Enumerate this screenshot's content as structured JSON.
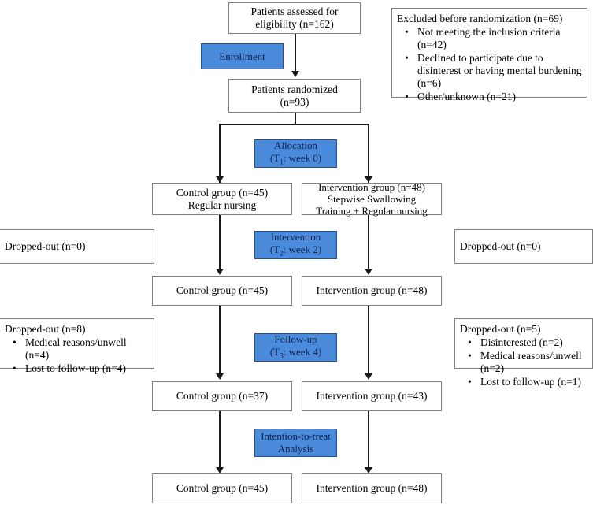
{
  "diagram": {
    "title": "CONSORT participant flow diagram",
    "accent_blue": "#4a8bdc",
    "box_border": "#808080",
    "line_color": "#1a1a1a"
  },
  "stage_labels": {
    "enrollment": "Enrollment",
    "allocation_line1": "Allocation",
    "allocation_line2_prefix": "(T",
    "allocation_line2_sub": "1",
    "allocation_line2_suffix": ": week 0)",
    "intervention_line1": "Intervention",
    "intervention_line2_prefix": "(T",
    "intervention_line2_sub": "2",
    "intervention_line2_suffix": ": week 2)",
    "followup_line1": "Follow-up",
    "followup_line2_prefix": "(T",
    "followup_line2_sub": "3",
    "followup_line2_suffix": ": week 4)",
    "itt_line1": "Intention-to-treat",
    "itt_line2": "Analysis"
  },
  "nodes": {
    "assessed": {
      "line1": "Patients assessed for",
      "line2": "eligibility (n=162)"
    },
    "randomized": {
      "line1": "Patients randomized",
      "line2": "(n=93)"
    },
    "excluded": {
      "header": "Excluded before randomization (n=69)",
      "items": [
        "Not meeting the inclusion criteria (n=42)",
        "Declined to participate due to disinterest or having mental burdening (n=6)",
        "Other/unknown (n=21)"
      ]
    },
    "allocated_control": {
      "line1": "Control group (n=45)",
      "line2": "Regular nursing"
    },
    "allocated_intervention": {
      "line1": "Intervention group (n=48)",
      "line2": "Stepwise Swallowing",
      "line3": "Training + Regular nursing"
    },
    "dropout_t2_control": {
      "header": "Dropped-out (n=0)",
      "items": []
    },
    "dropout_t2_intervention": {
      "header": "Dropped-out (n=0)",
      "items": []
    },
    "t2_control": {
      "line1": "Control group (n=45)"
    },
    "t2_intervention": {
      "line1": "Intervention group (n=48)"
    },
    "dropout_t3_control": {
      "header": "Dropped-out (n=8)",
      "items": [
        "Medical reasons/unwell (n=4)",
        "Lost to follow-up (n=4)"
      ]
    },
    "dropout_t3_intervention": {
      "header": "Dropped-out (n=5)",
      "items": [
        "Disinterested (n=2)",
        "Medical reasons/unwell (n=2)",
        "Lost to follow-up (n=1)"
      ]
    },
    "t3_control": {
      "line1": "Control group (n=37)"
    },
    "t3_intervention": {
      "line1": "Intervention group (n=43)"
    },
    "itt_control": {
      "line1": "Control group (n=45)"
    },
    "itt_intervention": {
      "line1": "Intervention group (n=48)"
    }
  }
}
